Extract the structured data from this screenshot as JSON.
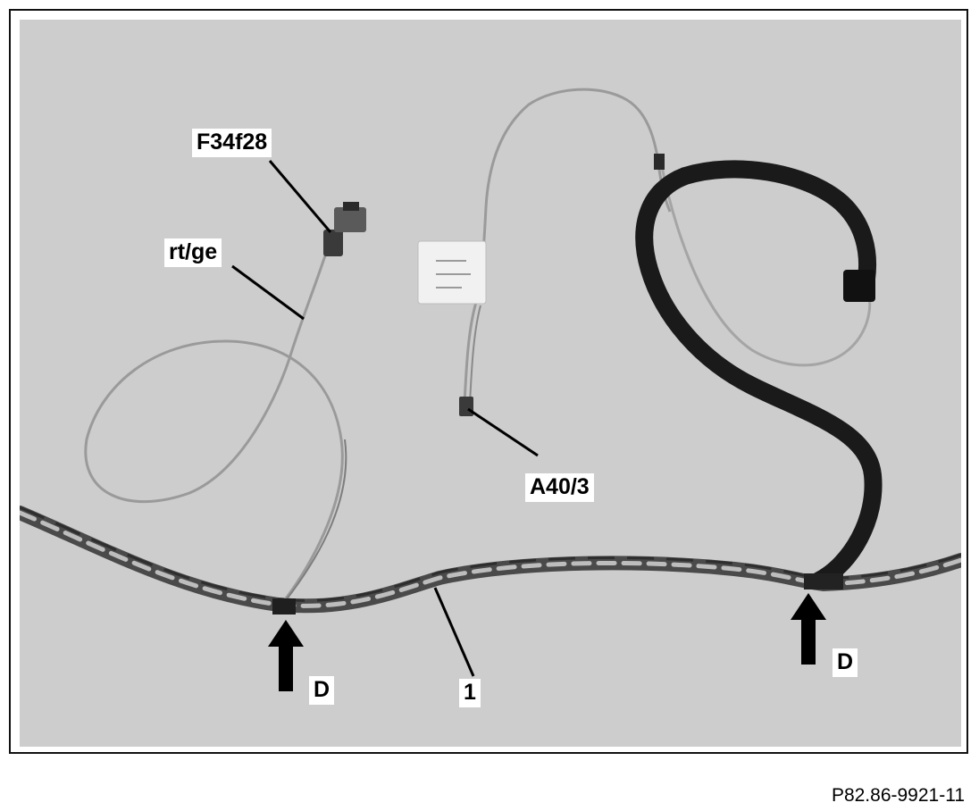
{
  "callouts": {
    "f34f28": "F34f28",
    "rtge": "rt/ge",
    "a40_3": "A40/3",
    "one": "1",
    "d_left": "D",
    "d_right": "D"
  },
  "reference_code": "P82.86-9921-11",
  "colors": {
    "background": "#cdcdcd",
    "frame": "#111111",
    "black_harness": "#1a1a1a",
    "thin_wire": "#9a9a9a",
    "main_harness": "#555555"
  }
}
